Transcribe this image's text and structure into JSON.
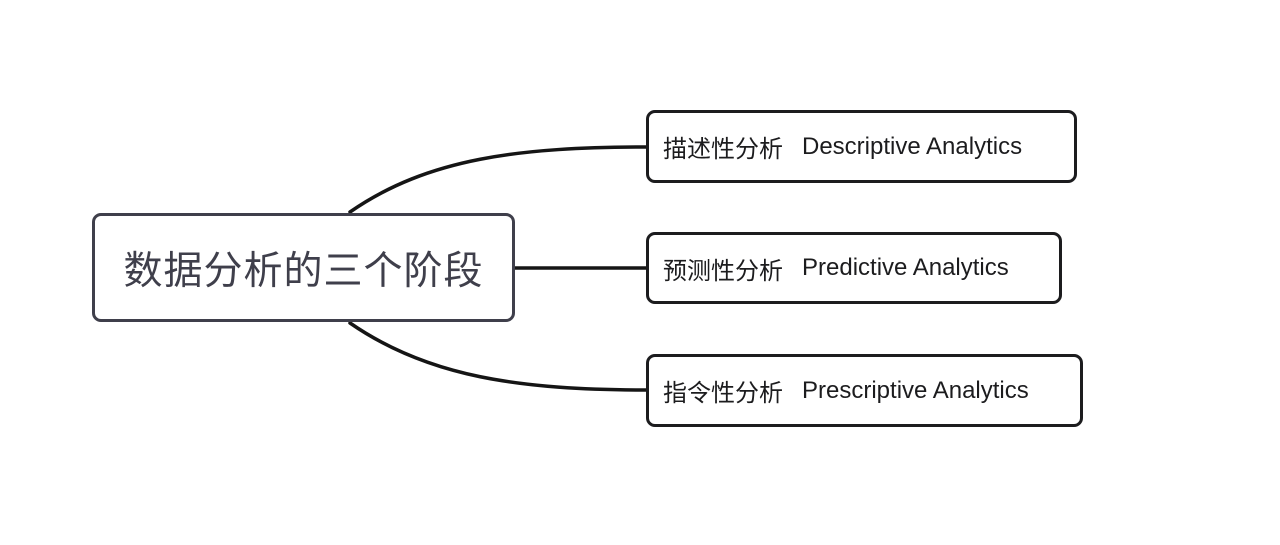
{
  "diagram": {
    "type": "mindmap",
    "root": {
      "label": "数据分析的三个阶段"
    },
    "children": [
      {
        "label_zh": "描述性分析",
        "label_en": "Descriptive Analytics"
      },
      {
        "label_zh": "预测性分析",
        "label_en": "Predictive Analytics"
      },
      {
        "label_zh": "指令性分析",
        "label_en": "Prescriptive Analytics"
      }
    ],
    "colors": {
      "background": "#ffffff",
      "root_stroke": "#3f3f4b",
      "root_text": "#3f3f4b",
      "child_stroke": "#1c1c1e",
      "child_text": "#1c1c1e",
      "connector": "#151515"
    }
  }
}
